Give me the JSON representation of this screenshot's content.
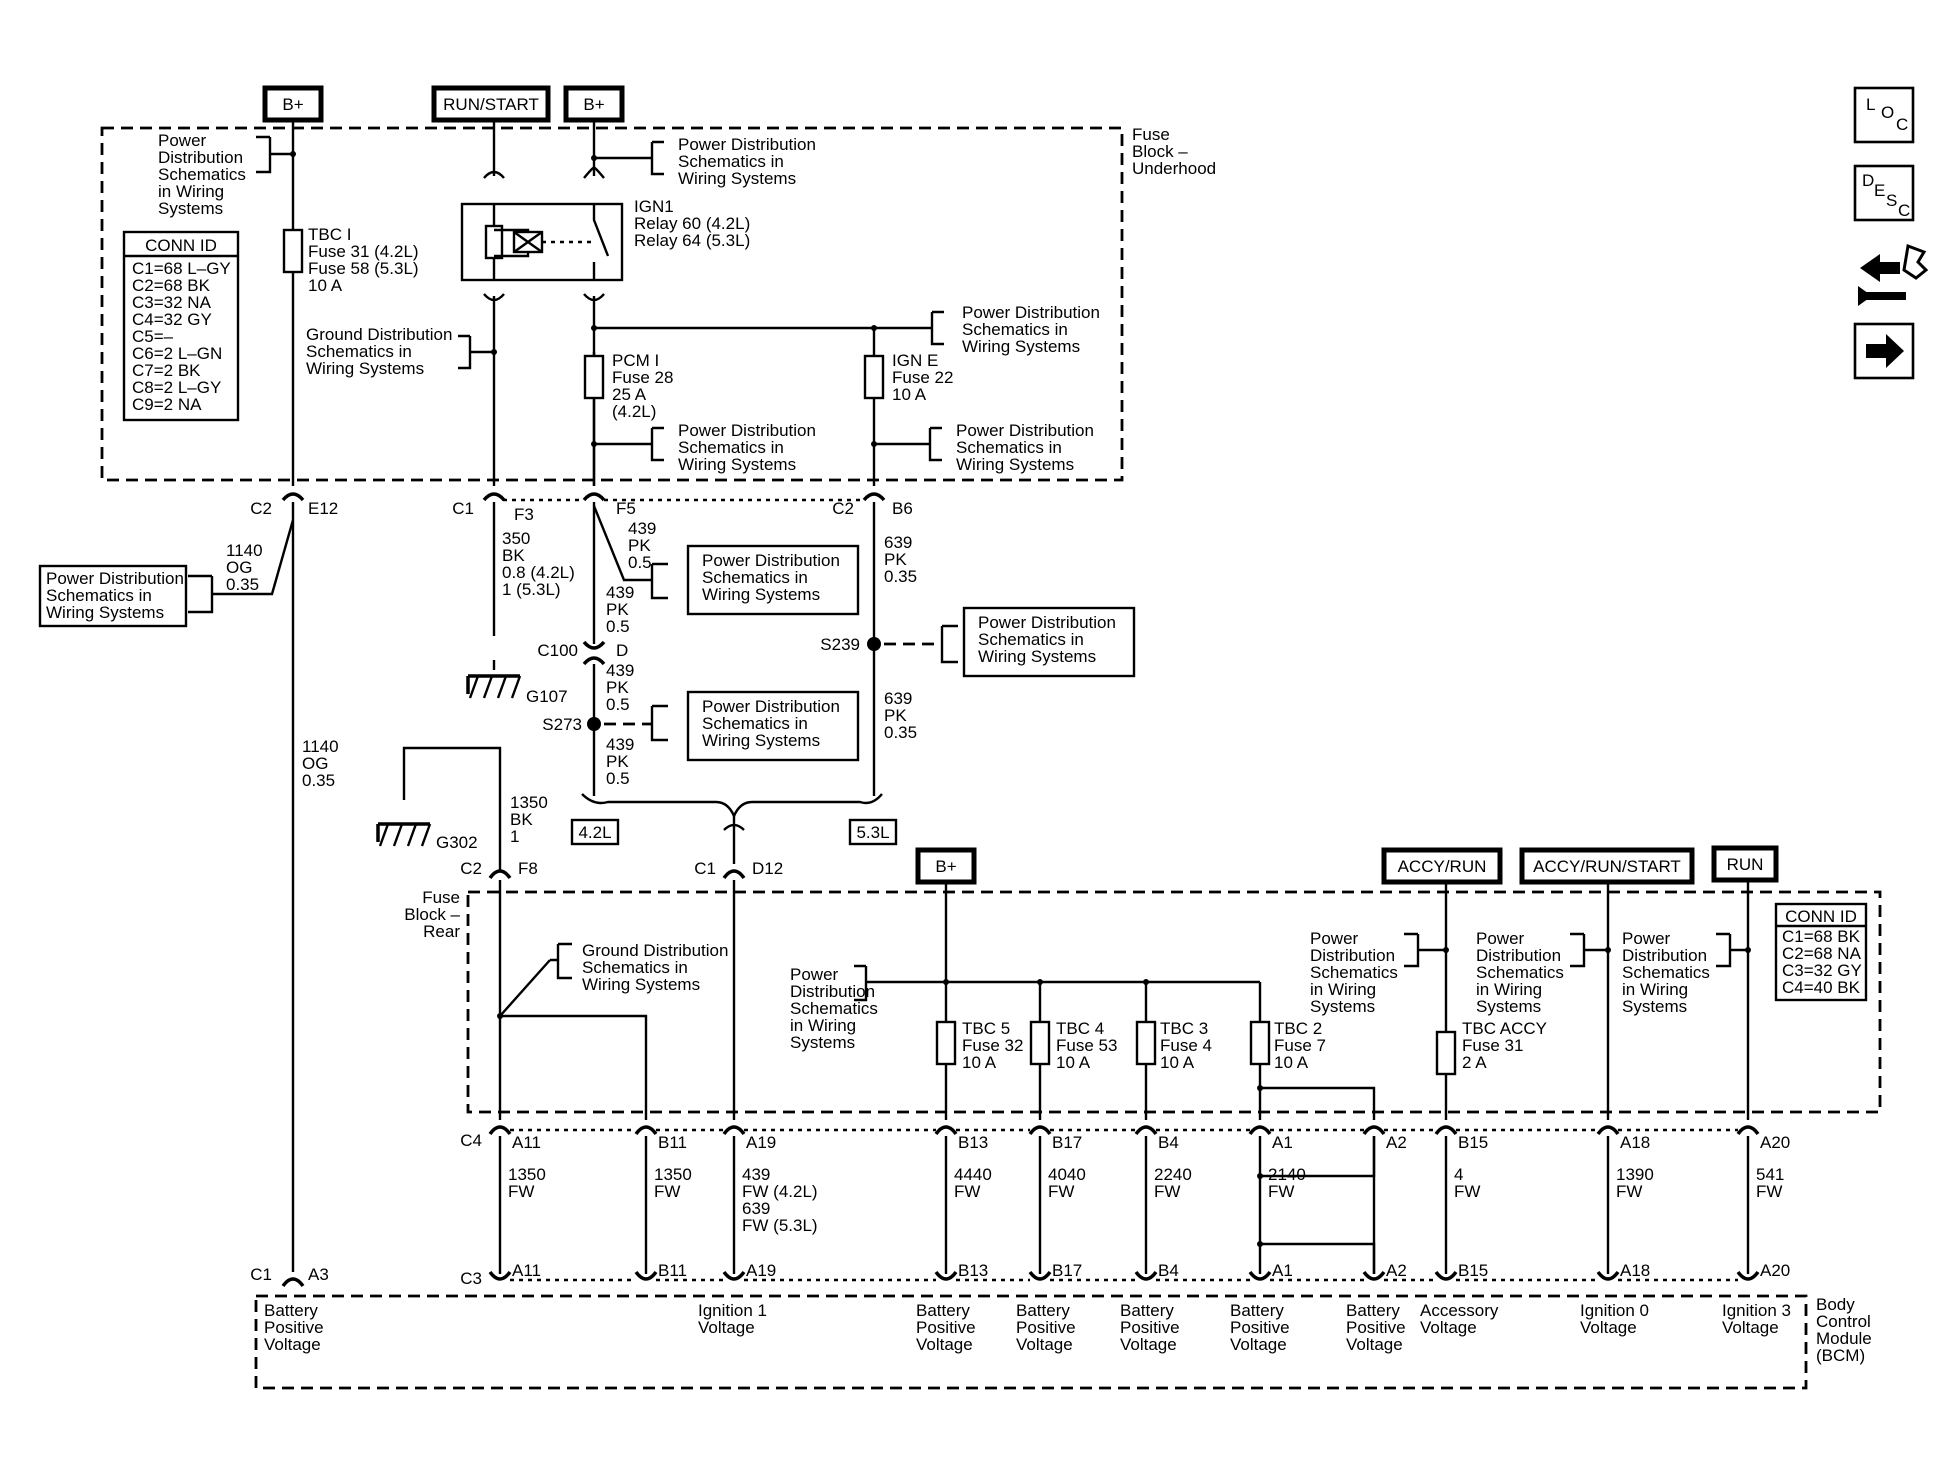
{
  "power_sources": {
    "b_plus_1": "B+",
    "run_start": "RUN/START",
    "b_plus_2": "B+",
    "b_plus_3": "B+",
    "accy_run": "ACCY/RUN",
    "accy_run_start": "ACCY/RUN/START",
    "run": "RUN"
  },
  "modules": {
    "underhood": [
      "Fuse",
      "Block –",
      "Underhood"
    ],
    "rear": [
      "Fuse",
      "Block –",
      "Rear"
    ],
    "bcm": [
      "Body",
      "Control",
      "Module",
      "(BCM)"
    ]
  },
  "conn_id_underhood": {
    "title": "CONN ID",
    "rows": [
      "C1=68 L–GY",
      "C2=68 BK",
      "C3=32 NA",
      "C4=32 GY",
      "C5=–",
      "C6=2 L–GN",
      "C7=2 BK",
      "C8=2 L–GY",
      "C9=2 NA"
    ]
  },
  "conn_id_rear": {
    "title": "CONN ID",
    "rows": [
      "C1=68 BK",
      "C2=68 NA",
      "C3=32 GY",
      "C4=40 BK"
    ]
  },
  "refs": {
    "pd_uh_left": [
      "Power",
      "Distribution",
      "Schematics",
      "in Wiring",
      "Systems"
    ],
    "pd_uh_b2": [
      "Power Distribution",
      "Schematics in",
      "Wiring Systems"
    ],
    "pd_uh_ign": [
      "Power Distribution",
      "Schematics in",
      "Wiring Systems"
    ],
    "pd_uh_pcm": [
      "Power Distribution",
      "Schematics in",
      "Wiring Systems"
    ],
    "pd_uh_igne": [
      "Power Distribution",
      "Schematics in",
      "Wiring Systems"
    ],
    "gd_uh": [
      "Ground Distribution",
      "Schematics in",
      "Wiring Systems"
    ],
    "pd_box_left": [
      "Power Distribution",
      "Schematics in",
      "Wiring Systems"
    ],
    "pd_box_f5": [
      "Power Distribution",
      "Schematics in",
      "Wiring Systems"
    ],
    "pd_box_s273": [
      "Power Distribution",
      "Schematics in",
      "Wiring Systems"
    ],
    "pd_box_s239": [
      "Power Distribution",
      "Schematics in",
      "Wiring Systems"
    ],
    "gd_rear": [
      "Ground Distribution",
      "Schematics in",
      "Wiring Systems"
    ],
    "pd_rear_bplus": [
      "Power",
      "Distribution",
      "Schematics",
      "in Wiring",
      "Systems"
    ],
    "pd_rear_accy": [
      "Power",
      "Distribution",
      "Schematics",
      "in Wiring",
      "Systems"
    ],
    "pd_rear_ars": [
      "Power",
      "Distribution",
      "Schematics",
      "in Wiring",
      "Systems"
    ],
    "pd_rear_run": [
      "Power",
      "Distribution",
      "Schematics",
      "in Wiring",
      "Systems"
    ]
  },
  "fuses_underhood": {
    "tbc_i": [
      "TBC I",
      "Fuse 31 (4.2L)",
      "Fuse 58 (5.3L)",
      "10 A"
    ],
    "pcm_i": [
      "PCM I",
      "Fuse 28",
      "25 A",
      "(4.2L)"
    ],
    "ign_e": [
      "IGN E",
      "Fuse 22",
      "10 A"
    ]
  },
  "relay": [
    "IGN1",
    "Relay 60 (4.2L)",
    "Relay 64 (5.3L)"
  ],
  "fuses_rear": {
    "tbc5": [
      "TBC 5",
      "Fuse 32",
      "10 A"
    ],
    "tbc4": [
      "TBC 4",
      "Fuse 53",
      "10 A"
    ],
    "tbc3": [
      "TBC 3",
      "Fuse 4",
      "10 A"
    ],
    "tbc2": [
      "TBC 2",
      "Fuse 7",
      "10 A"
    ],
    "tbc_accy": [
      "TBC ACCY",
      "Fuse 31",
      "2 A"
    ]
  },
  "connectors": {
    "c2": "C2",
    "e12": "E12",
    "c1": "C1",
    "f3": "F3",
    "f5": "F5",
    "c2b": "C2",
    "b6": "B6",
    "c100": "C100",
    "d": "D",
    "s273": "S273",
    "s239": "S239",
    "g107": "G107",
    "g302": "G302",
    "c2c": "C2",
    "f8": "F8",
    "c1b": "C1",
    "d12": "D12",
    "c4": "C4",
    "c3": "C3",
    "c1c": "C1",
    "a3": "A3",
    "v42": "4.2L",
    "v53": "5.3L"
  },
  "wires": {
    "w1140a": [
      "1140",
      "OG",
      "0.35"
    ],
    "w1140b": [
      "1140",
      "OG",
      "0.35"
    ],
    "w350": [
      "350",
      "BK",
      "0.8 (4.2L)",
      "1 (5.3L)"
    ],
    "w439a": [
      "439",
      "PK",
      "0.5"
    ],
    "w439b": [
      "439",
      "PK",
      "0.5"
    ],
    "w439c": [
      "439",
      "PK",
      "0.5"
    ],
    "w439d": [
      "439",
      "PK",
      "0.5"
    ],
    "w639a": [
      "639",
      "PK",
      "0.35"
    ],
    "w639b": [
      "639",
      "PK",
      "0.35"
    ],
    "w1350bk": [
      "1350",
      "BK",
      "1"
    ]
  },
  "rear_pins_top": [
    "A11",
    "B11",
    "A19",
    "B13",
    "B17",
    "B4",
    "A1",
    "A2",
    "B15",
    "A18",
    "A20"
  ],
  "rear_pins_bottom": [
    "A11",
    "B11",
    "A19",
    "B13",
    "B17",
    "B4",
    "A1",
    "A2",
    "B15",
    "A18",
    "A20"
  ],
  "bcm_wires": {
    "a11": [
      "1350",
      "FW"
    ],
    "b11": [
      "1350",
      "FW"
    ],
    "a19": [
      "439",
      "FW (4.2L)",
      "639",
      "FW (5.3L)"
    ],
    "b13": [
      "4440",
      "FW"
    ],
    "b17": [
      "4040",
      "FW"
    ],
    "b4": [
      "2240",
      "FW"
    ],
    "a1": [
      "2140",
      "FW"
    ],
    "b15": [
      "4",
      "FW"
    ],
    "a18": [
      "1390",
      "FW"
    ],
    "a20": [
      "541",
      "FW"
    ]
  },
  "bcm_inputs": {
    "a3": [
      "Battery",
      "Positive",
      "Voltage"
    ],
    "a19": [
      "Ignition 1",
      "Voltage"
    ],
    "b13": [
      "Battery",
      "Positive",
      "Voltage"
    ],
    "b17": [
      "Battery",
      "Positive",
      "Voltage"
    ],
    "b4": [
      "Battery",
      "Positive",
      "Voltage"
    ],
    "a1": [
      "Battery",
      "Positive",
      "Voltage"
    ],
    "a2": [
      "Battery",
      "Positive",
      "Voltage"
    ],
    "b15": [
      "Accessory",
      "Voltage"
    ],
    "a18": [
      "Ignition 0",
      "Voltage"
    ],
    "a20": [
      "Ignition 3",
      "Voltage"
    ]
  },
  "nav": {
    "loc": [
      "L",
      "O",
      "C"
    ],
    "desc": [
      "D",
      "E",
      "S",
      "C"
    ],
    "icons": [
      "loc-icon",
      "desc-icon",
      "connector-tools-icon",
      "next-arrow-icon"
    ]
  }
}
